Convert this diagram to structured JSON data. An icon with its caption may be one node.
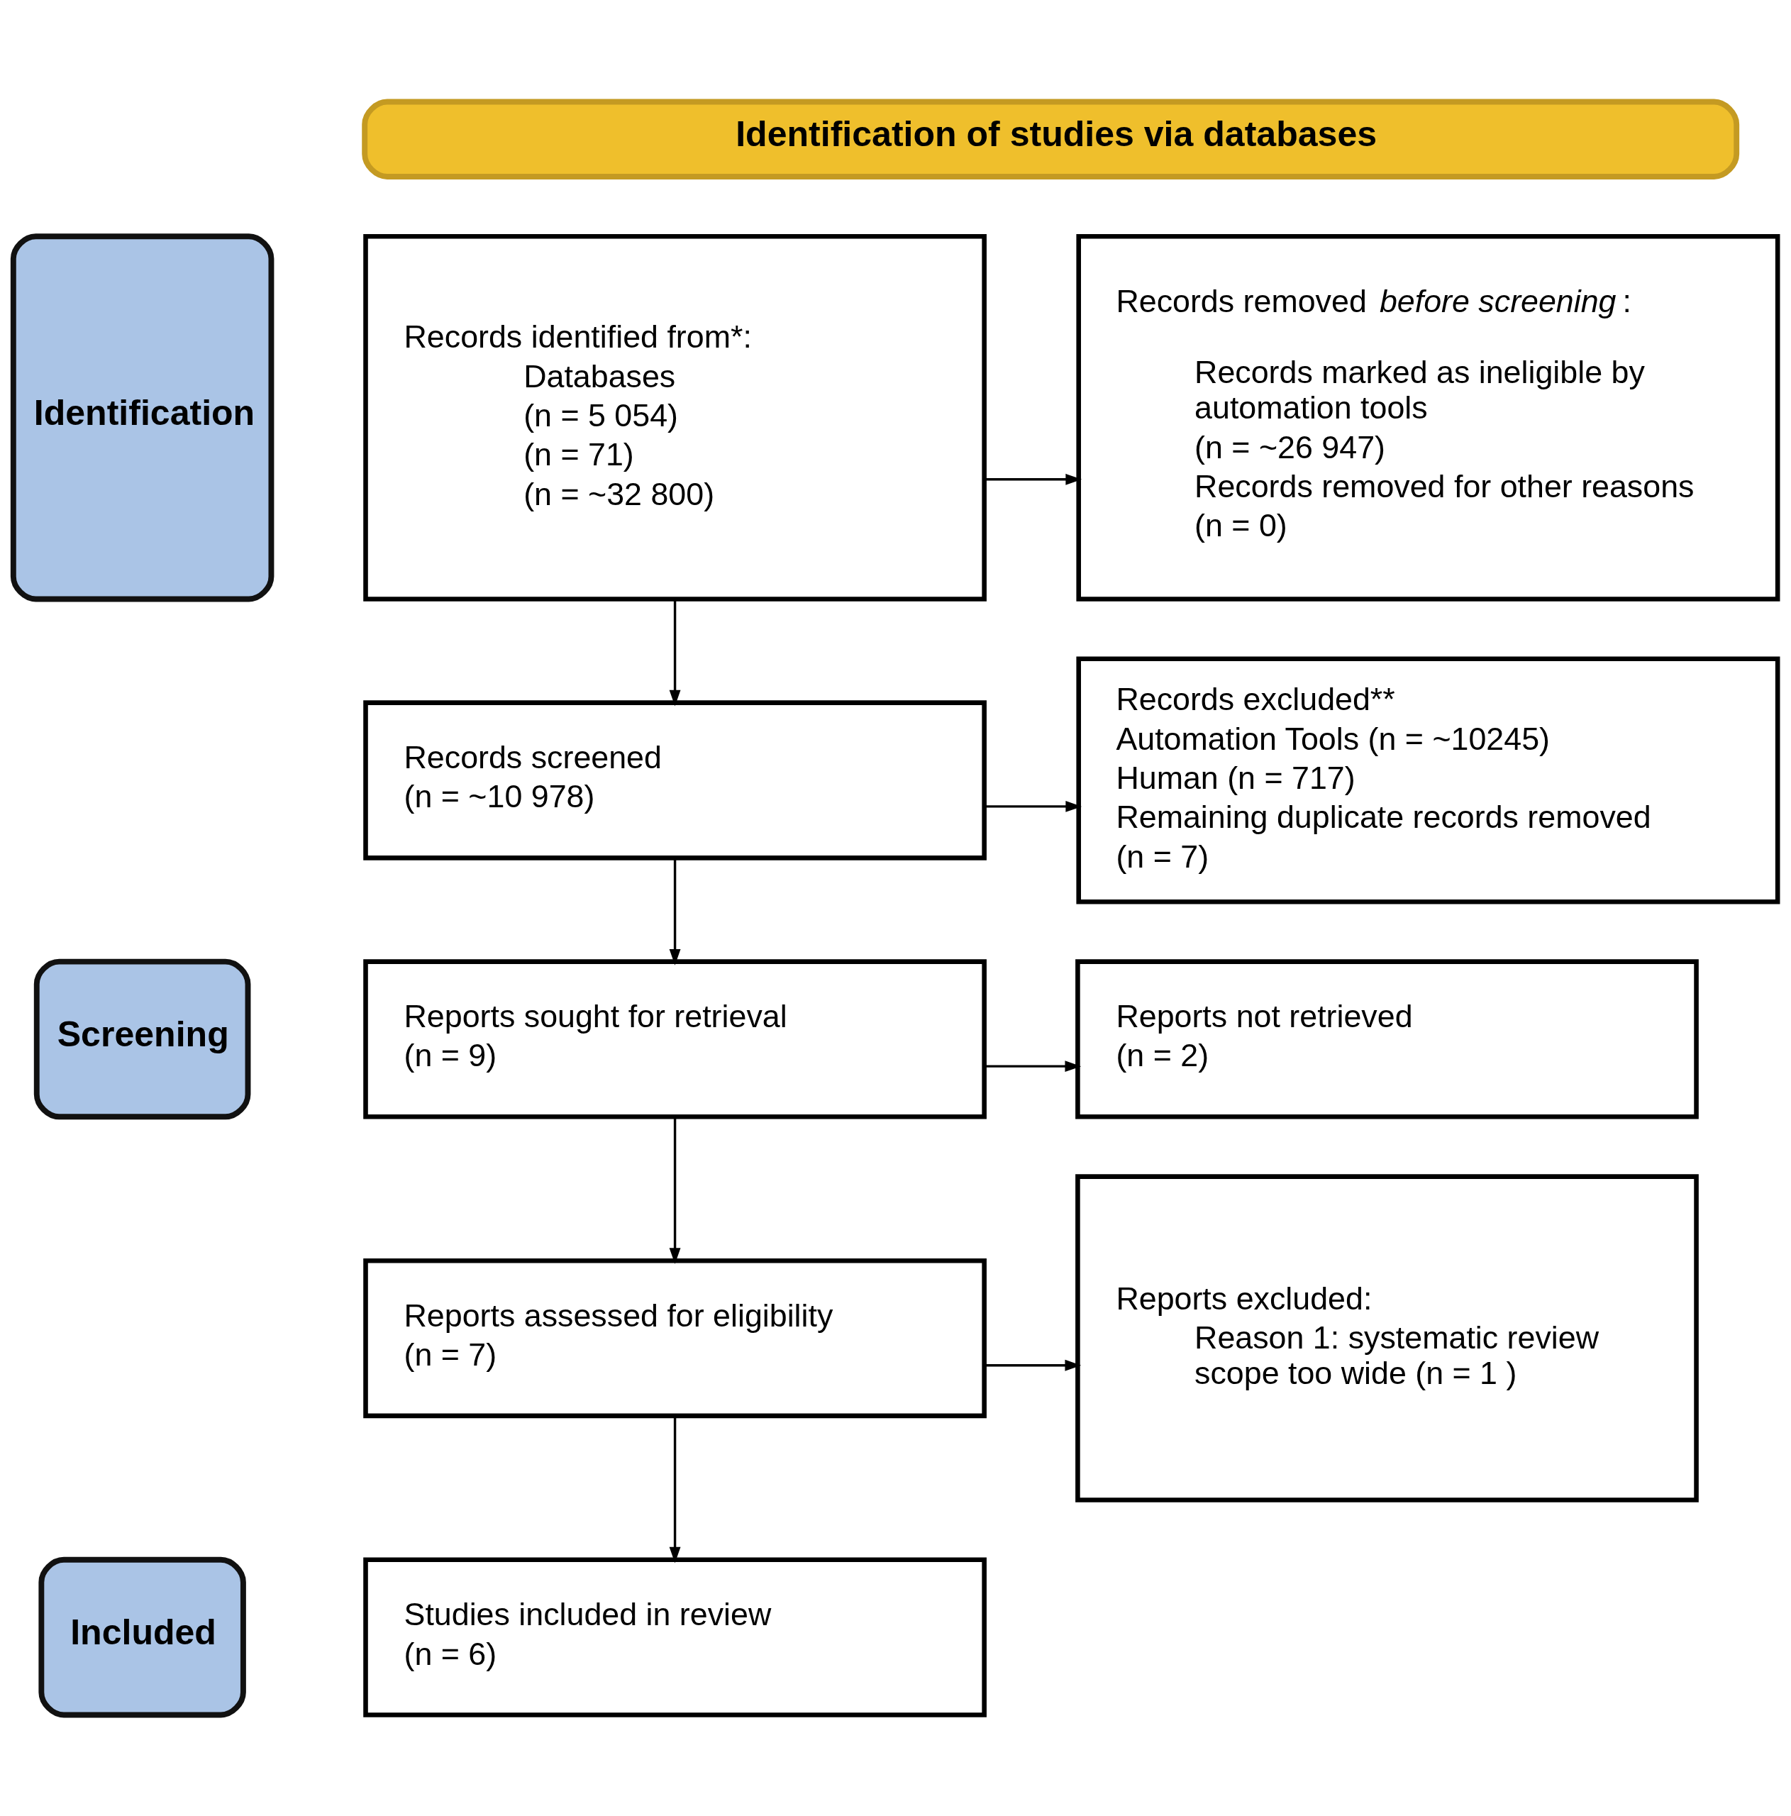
{
  "diagram": {
    "nodes": [
      {
        "text": [
          "Identification of studies via databases"
        ]
      },
      {
        "text": [
          "Identification"
        ]
      },
      {
        "text": [
          "Records identified from*:",
          "Databases",
          "(n = 5 054)",
          "(n = 71)",
          "(n = ~32 800)"
        ]
      },
      {
        "text": [
          "Records removed *before screening*:",
          "Records marked as ineligible by automation tools",
          "(n = ~26 947)",
          "Records removed for other reasons",
          "(n = 0)"
        ]
      },
      {
        "text": [
          "Screening"
        ]
      },
      {
        "text": [
          "Records screened",
          "(n = ~10 978)"
        ]
      },
      {
        "text": [
          "Records excluded**",
          "Automation Tools (n = ~10245)",
          "Human (n = 717)",
          "Remaining duplicate records removed",
          "(n = 7)"
        ]
      },
      {
        "text": [
          "Reports sought for retrieval",
          "(n = 9)"
        ]
      },
      {
        "text": [
          "Reports not retrieved",
          "(n = 2)"
        ]
      },
      {
        "text": [
          "Reports assessed for eligibility",
          "(n = 7)"
        ]
      },
      {
        "text": [
          "Reports excluded:",
          "Reason 1: systematic review scope too wide (n = 1 )"
        ]
      },
      {
        "text": [
          "Included"
        ]
      },
      {
        "text": [
          "Studies included in review",
          "(n = 6)"
        ]
      }
    ],
    "edges": [
      {
        "from": 2,
        "to": 3,
        "arrow": "to"
      },
      {
        "from": 2,
        "to": 5,
        "arrow": "to"
      },
      {
        "from": 5,
        "to": 6,
        "arrow": "to"
      },
      {
        "from": 5,
        "to": 7,
        "arrow": "to"
      },
      {
        "from": 7,
        "to": 8,
        "arrow": "to"
      },
      {
        "from": 7,
        "to": 9,
        "arrow": "to"
      },
      {
        "from": 9,
        "to": 10,
        "arrow": "to"
      },
      {
        "from": 9,
        "to": 12,
        "arrow": "to"
      }
    ]
  }
}
